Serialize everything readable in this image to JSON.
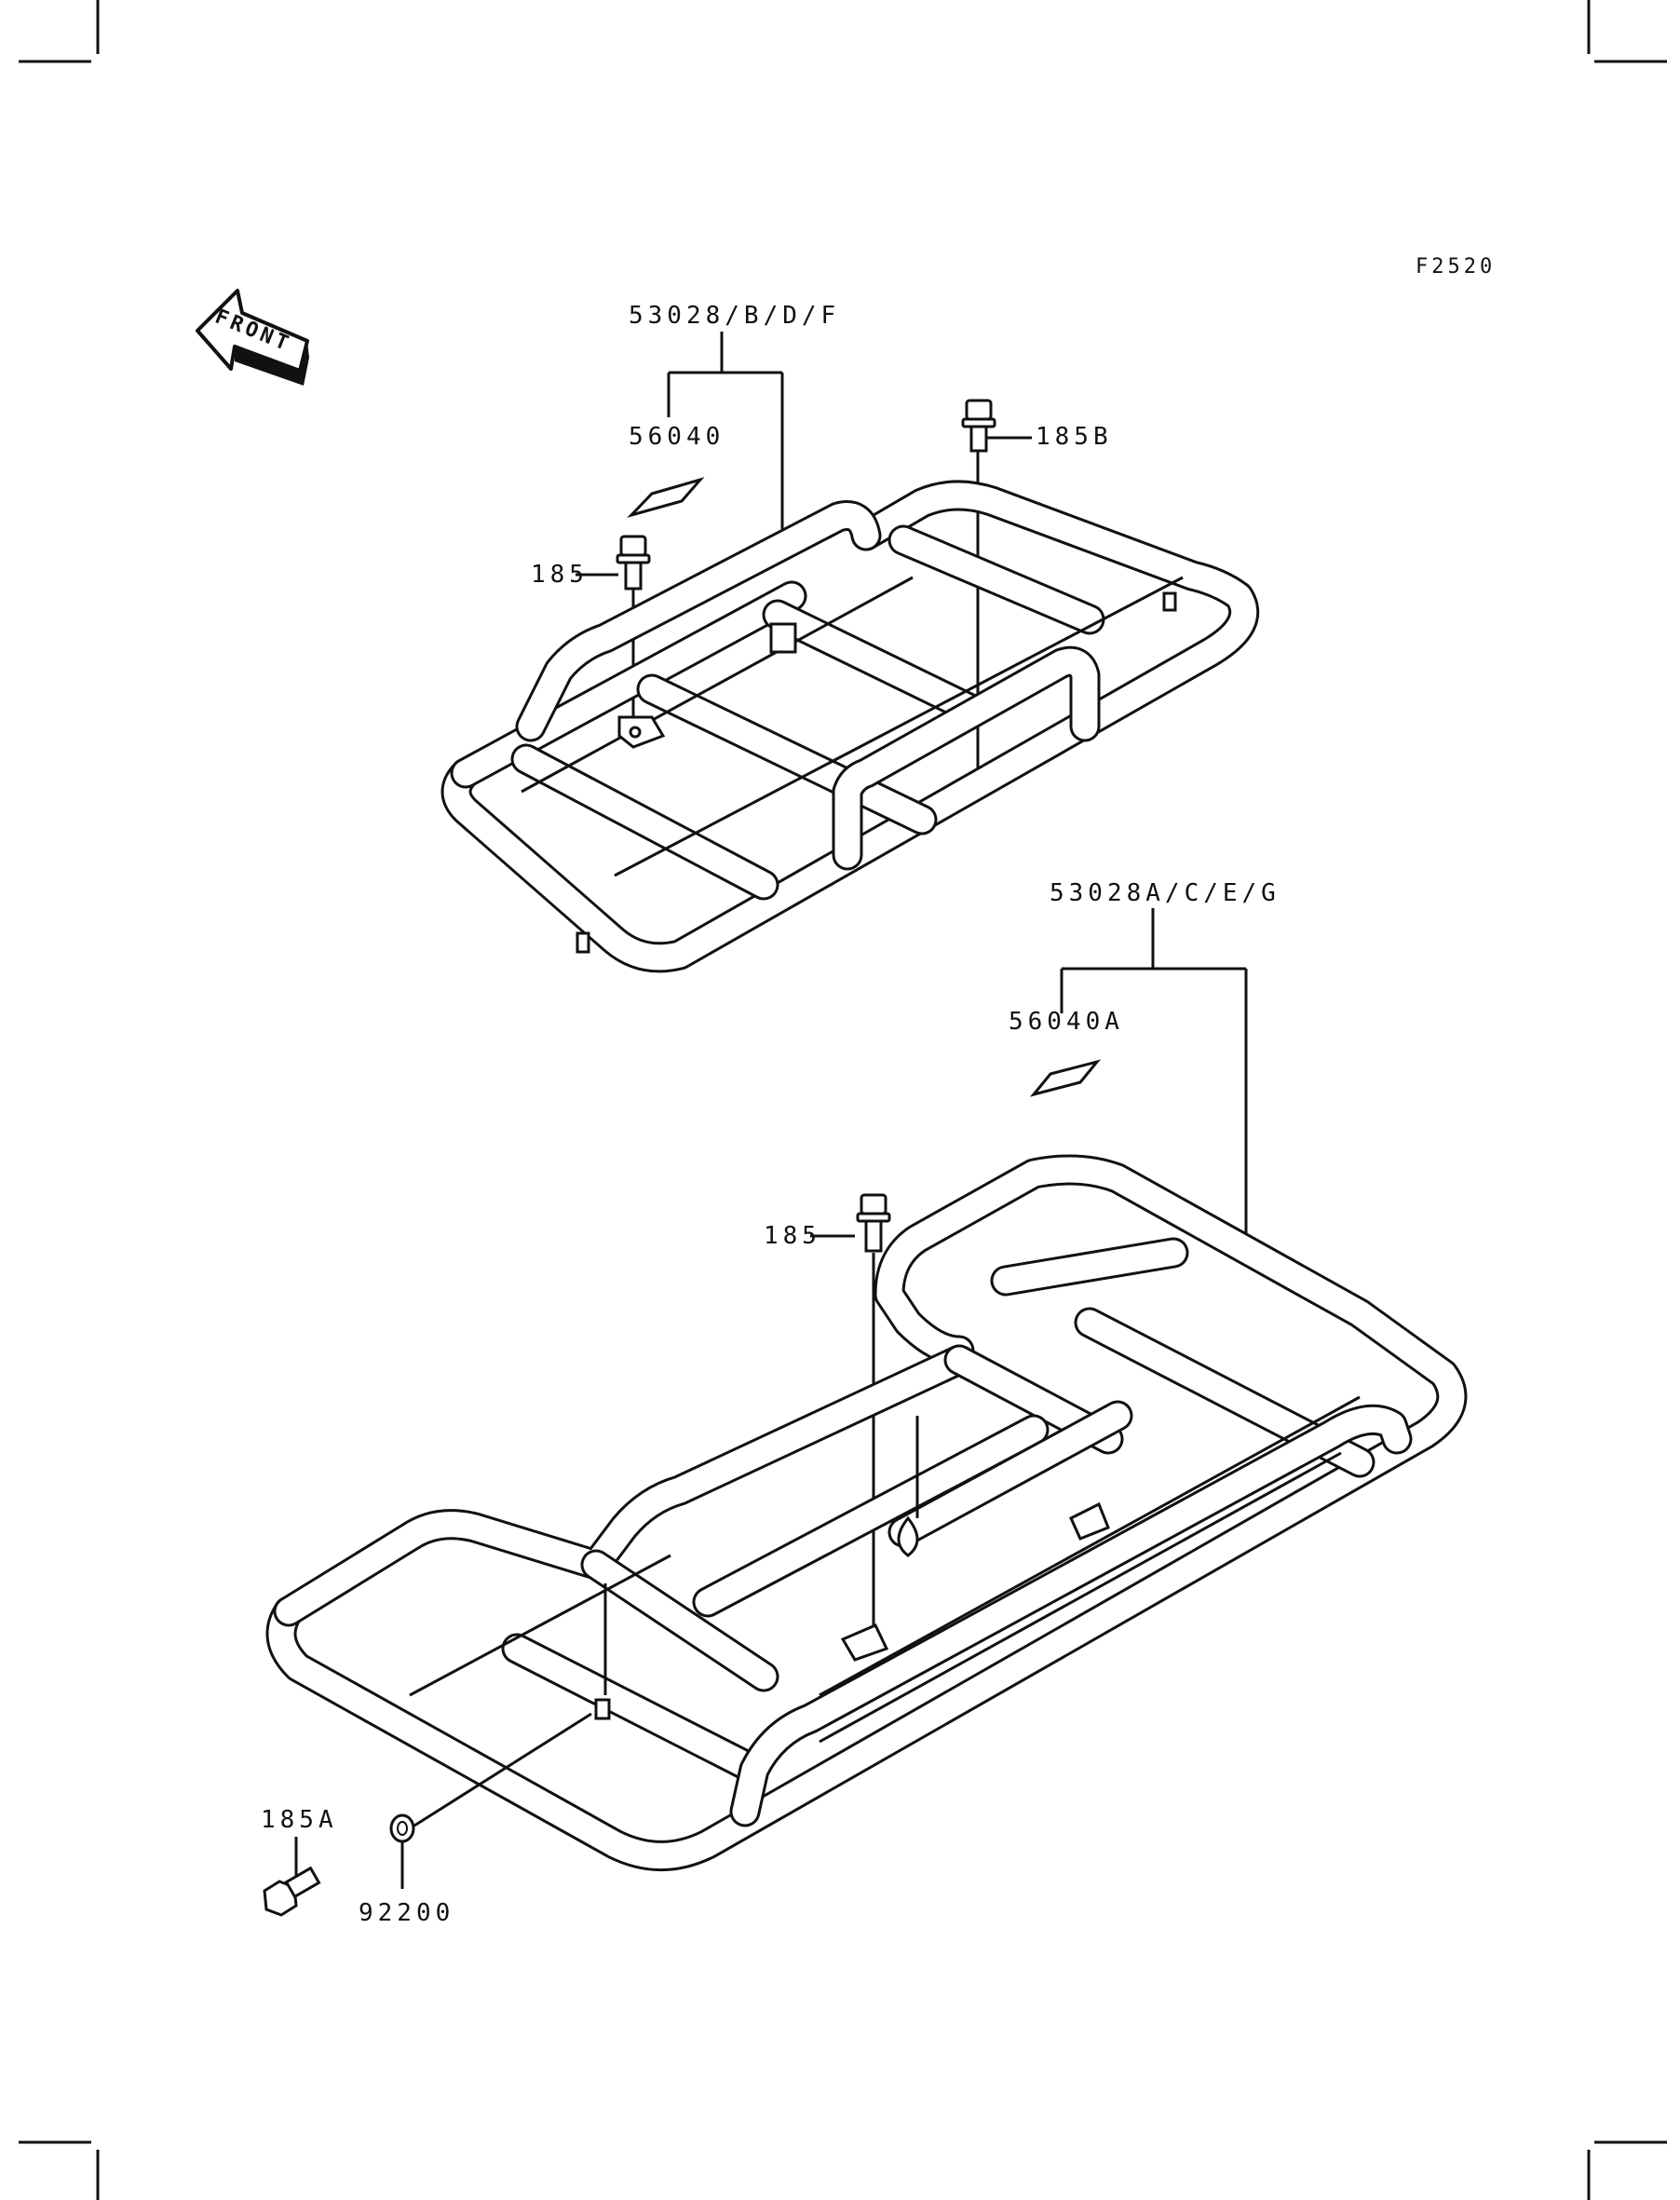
{
  "figure_code": "F2520",
  "front_label": "FRONT",
  "labels": {
    "top_rack": "53028/B/D/F",
    "top_label_sticker": "56040",
    "top_bolt_left": "185",
    "top_bolt_right": "185B",
    "bottom_rack": "53028A/C/E/G",
    "bottom_label_sticker": "56040A",
    "bottom_bolt": "185",
    "bottom_bolt_small": "185A",
    "washer": "92200"
  },
  "colors": {
    "ink": "#111111",
    "paper": "#ffffff"
  }
}
